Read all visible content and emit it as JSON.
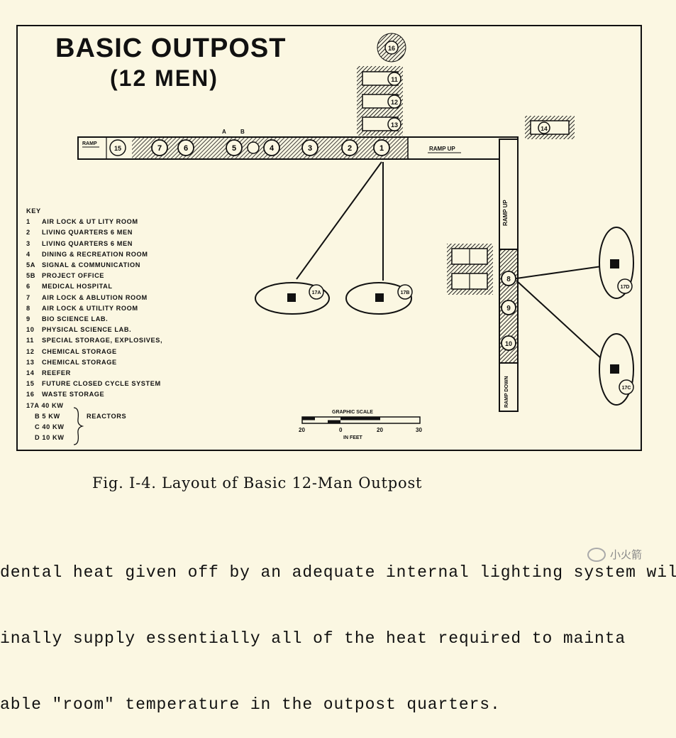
{
  "title": {
    "line1": "BASIC OUTPOST",
    "line2": "(12 MEN)"
  },
  "labels": {
    "ramp_left": "RAMP",
    "ramp_up_horizontal": "RAMP UP",
    "ramp_up_vertical": "RAMP UP",
    "ramp_down": "RAMP DOWN",
    "letter_a": "A",
    "letter_b": "B"
  },
  "key": {
    "heading": "KEY",
    "items": [
      {
        "num": "1",
        "text": "AIR LOCK & UT LITY ROOM"
      },
      {
        "num": "2",
        "text": "LIVING QUARTERS 6 MEN"
      },
      {
        "num": "3",
        "text": "LIVING QUARTERS 6 MEN"
      },
      {
        "num": "4",
        "text": "DINING & RECREATION ROOM"
      },
      {
        "num": "5A",
        "text": "SIGNAL & COMMUNICATION"
      },
      {
        "num": "5B",
        "text": "PROJECT OFFICE"
      },
      {
        "num": "6",
        "text": "MEDICAL HOSPITAL"
      },
      {
        "num": "7",
        "text": "AIR LOCK & ABLUTION ROOM"
      },
      {
        "num": "8",
        "text": "AIR LOCK & UTILITY ROOM"
      },
      {
        "num": "9",
        "text": "BIO SCIENCE LAB."
      },
      {
        "num": "10",
        "text": "PHYSICAL SCIENCE LAB."
      },
      {
        "num": "11",
        "text": "SPECIAL STORAGE, EXPLOSIVES,"
      },
      {
        "num": "12",
        "text": "CHEMICAL STORAGE"
      },
      {
        "num": "13",
        "text": "CHEMICAL STORAGE"
      },
      {
        "num": "14",
        "text": "REEFER"
      },
      {
        "num": "15",
        "text": "FUTURE CLOSED CYCLE SYSTEM"
      },
      {
        "num": "16",
        "text": "WASTE STORAGE"
      }
    ],
    "reactors": {
      "items": [
        "17A 40 KW",
        "B 5 KW",
        "C 40 KW",
        "D 10 KW"
      ],
      "label": "REACTORS"
    }
  },
  "scale": {
    "title": "GRAPHIC SCALE",
    "ticks": [
      "20",
      "0",
      "20",
      "30"
    ],
    "unit": "IN FEET"
  },
  "caption": "Fig. I-4.   Layout of Basic 12-Man Outpost",
  "body_text": [
    "dental heat given off by an adequate internal lighting system will",
    "inally supply essentially all of the heat required to mainta",
    "able \"room\" temperature in the outpost quarters."
  ],
  "watermark": "小火箭"
}
